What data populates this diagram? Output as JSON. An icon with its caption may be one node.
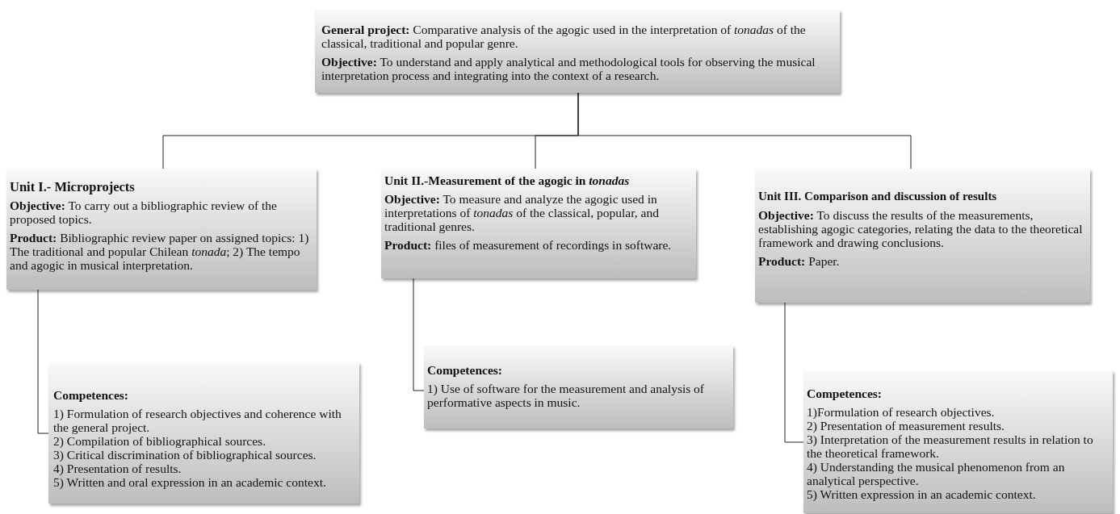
{
  "diagram": {
    "nodes": [
      {
        "text": [
          "**General project:** Comparative analysis of the agogic used in the interpretation of *tonadas* of the classical, traditional and popular genre.",
          "**Objective:** To understand and apply analytical and methodological tools for observing the musical interpretation process and integrating into the context of a research."
        ]
      },
      {
        "text": [
          "Unit I.- Microprojects",
          "**Objective:** To carry out a bibliographic review of the proposed topics.",
          "**Product:** Bibliographic review paper on assigned topics: 1) The traditional and popular Chilean *tonada*; 2) The tempo and agogic in musical interpretation."
        ]
      },
      {
        "text": [
          "Unit II.-Measurement of the agogic in *tonadas*",
          "**Objective:** To measure and analyze the agogic used in interpretations of *tonadas* of the classical, popular, and traditional genres.",
          "**Product:** files of measurement of recordings in software."
        ]
      },
      {
        "text": [
          "Unit III. Comparison and discussion of results",
          "**Objective:** To discuss the results of the measurements, establishing agogic categories, relating the data to the theoretical framework and drawing conclusions.",
          "**Product:** Paper."
        ]
      },
      {
        "text": [
          "Competences:",
          "1) Formulation of research objectives and coherence with the general project.",
          "2) Compilation of bibliographical sources.",
          "3) Critical discrimination of bibliographical sources.",
          "4) Presentation of results.",
          "5) Written and oral expression in an academic context."
        ]
      },
      {
        "text": [
          "Competences:",
          "1) Use of software for the measurement and analysis of performative aspects in music."
        ]
      },
      {
        "text": [
          "Competences:",
          "1)Formulation of research objectives.",
          "2) Presentation of measurement results.",
          "3) Interpretation of the measurement results in relation to the theoretical framework.",
          "4) Understanding the musical phenomenon from an analytical perspective.",
          "5) Written expression in an academic context."
        ]
      }
    ],
    "edges": [
      {
        "from": 0,
        "to": 1,
        "arrow": "none"
      },
      {
        "from": 0,
        "to": 2,
        "arrow": "none"
      },
      {
        "from": 0,
        "to": 3,
        "arrow": "none"
      },
      {
        "from": 1,
        "to": 4,
        "arrow": "none"
      },
      {
        "from": 2,
        "to": 5,
        "arrow": "none"
      },
      {
        "from": 3,
        "to": 6,
        "arrow": "none"
      }
    ]
  }
}
